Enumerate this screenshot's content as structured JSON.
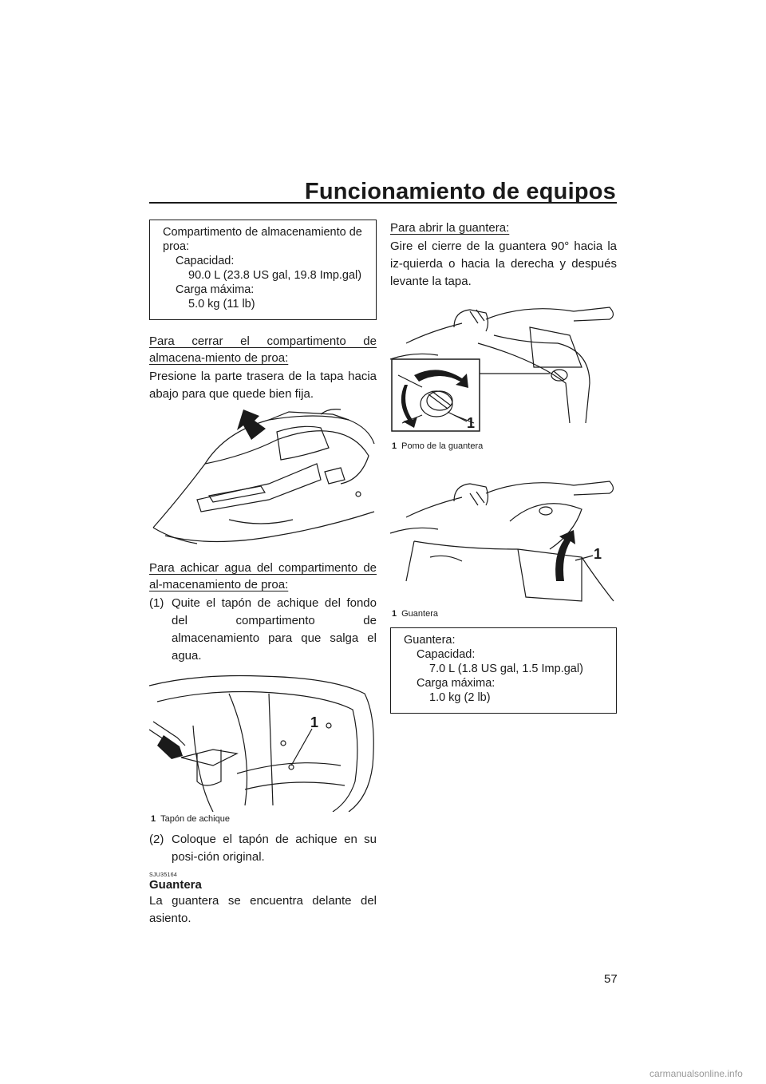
{
  "header": {
    "title": "Funcionamiento de equipos"
  },
  "page_number": "57",
  "watermark": "carmanualsonline.info",
  "left": {
    "spec_box": {
      "lines": [
        "Compartimento de almacenamiento de",
        "proa:",
        "Capacidad:",
        "90.0 L (23.8 US gal, 19.8 Imp.gal)",
        "Carga máxima:",
        "5.0 kg (11 lb)"
      ]
    },
    "close_heading": "Para cerrar el compartimento de almacena-miento de proa:",
    "close_text": "Presione la parte trasera de la tapa hacia abajo para que quede bien fija.",
    "drain_heading": "Para achicar agua del compartimento de al-macenamiento de proa:",
    "step1_num": "(1)",
    "step1_text": "Quite el tapón de achique del fondo del compartimento de almacenamiento para que salga el agua.",
    "figure_callout": "1",
    "caption_num": "1",
    "caption_text": "Tapón de achique",
    "step2_num": "(2)",
    "step2_text": "Coloque el tapón de achique en su posi-ción original.",
    "section_code": "SJU35164",
    "section_title": "Guantera",
    "section_text": "La guantera se encuentra delante del asiento."
  },
  "right": {
    "open_heading": "Para abrir la guantera:",
    "open_text": "Gire el cierre de la guantera 90° hacia la iz-quierda o hacia la derecha y después levante la tapa.",
    "fig1_callout": "1",
    "fig1_caption_num": "1",
    "fig1_caption_text": "Pomo de la guantera",
    "fig2_callout": "1",
    "fig2_caption_num": "1",
    "fig2_caption_text": "Guantera",
    "spec_box": {
      "lines": [
        "Guantera:",
        "Capacidad:",
        "7.0 L (1.8 US gal, 1.5 Imp.gal)",
        "Carga máxima:",
        "1.0 kg (2 lb)"
      ]
    }
  }
}
